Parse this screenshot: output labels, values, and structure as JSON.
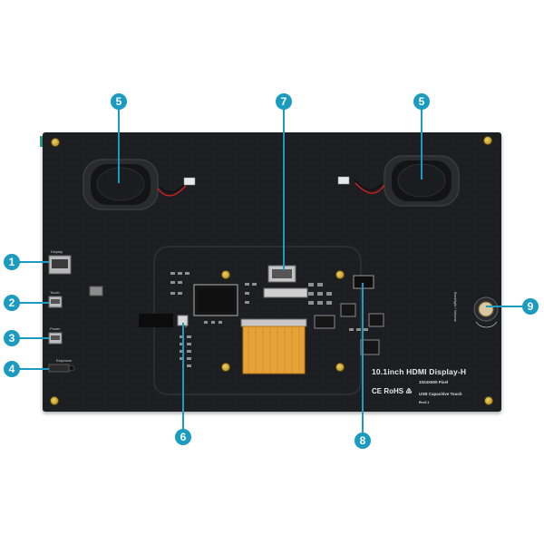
{
  "board": {
    "title": "10.1inch HDMI Display-H",
    "resolution": "1024X600 Pixel",
    "touch_type": "USB Capacitive Touch",
    "revision": "Rev2.1",
    "certifications": "CE RoHS ♳",
    "silk_display": "Display",
    "silk_touch_port": "Touch",
    "silk_power": "Power",
    "silk_earphone": "Earphone",
    "silk_touch_switch": "Touch",
    "silk_backlight": "Backlight / Volume"
  },
  "callouts": [
    "1",
    "2",
    "3",
    "4",
    "5",
    "5",
    "6",
    "7",
    "8",
    "9"
  ],
  "colors": {
    "callout": "#1a9bbf",
    "pcb": "#1d1e21",
    "flex_cable": "#e8a23a",
    "screw": "#d4b040"
  }
}
